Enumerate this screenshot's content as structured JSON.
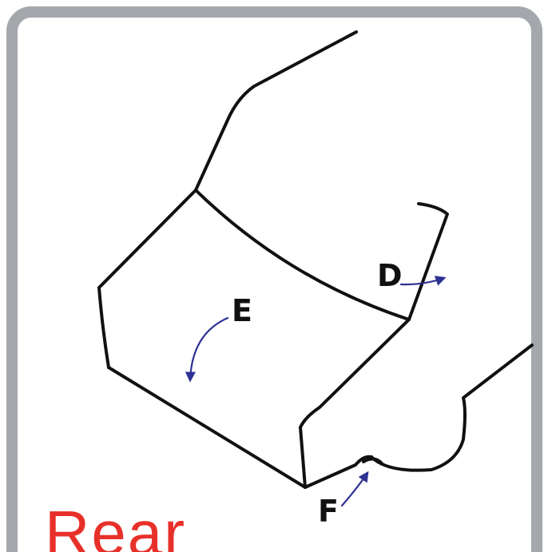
{
  "labels": {
    "d": "D",
    "e": "E",
    "f": "F"
  },
  "caption": "Rear",
  "colors": {
    "frame": "#a4a8ad",
    "outline": "#111111",
    "arrow": "#2e3192",
    "caption": "#e8302a"
  }
}
